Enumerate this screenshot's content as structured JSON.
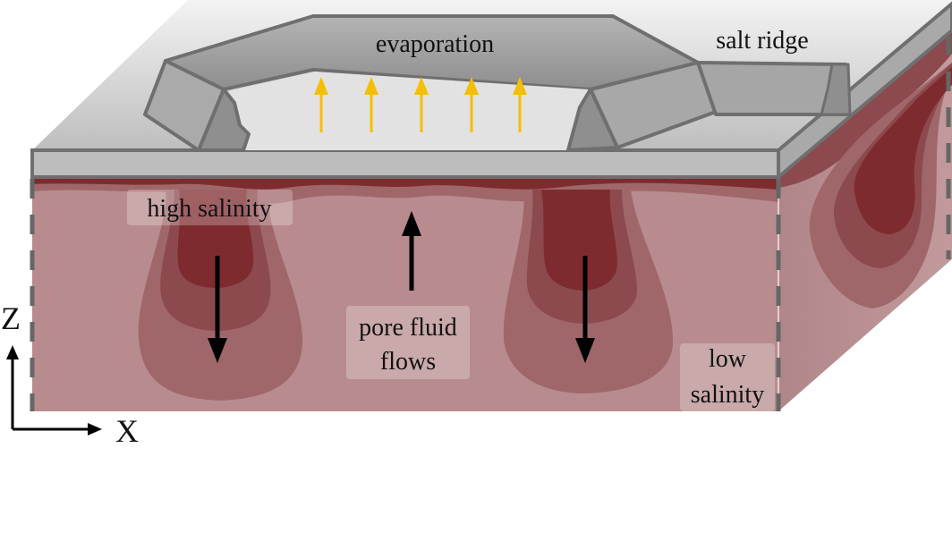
{
  "labels": {
    "evaporation": "evaporation",
    "salt_ridge": "salt ridge",
    "high_salinity": "high salinity",
    "pore_fluid_line1": "pore fluid",
    "pore_fluid_line2": "flows",
    "low_salinity_line1": "low",
    "low_salinity_line2": "salinity",
    "axis_z": "Z",
    "axis_x": "X"
  },
  "colors": {
    "surface_light": "#c9c9c9",
    "ridge_gray": "#9e9e9e",
    "ridge_edge": "#6f6f6f",
    "brine_base": "#b88c8e",
    "brine_mid": "#9a5a5d",
    "brine_dark": "#7e2b2f",
    "evaporation_arrow": "#f4bf00",
    "flow_arrow": "#000000"
  }
}
